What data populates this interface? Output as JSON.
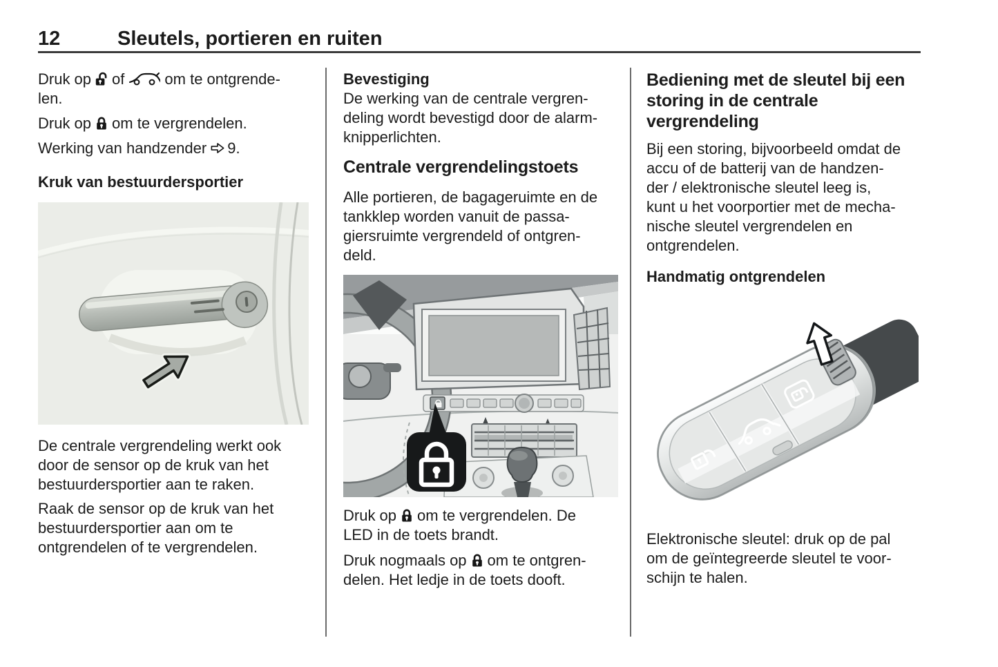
{
  "page": {
    "number": "12",
    "chapter_title": "Sleutels, portieren en ruiten"
  },
  "icons": {
    "unlock": "open-padlock → 🔓",
    "lock": "closed-padlock → 🔒",
    "car_remote": "car-silhouette → 🚘",
    "reference_arrow": "white-right-arrow → ⇨"
  },
  "figures": {
    "door_handle": "driver-door-handle-with-touch-arrow-illustration",
    "dashboard": "dashboard-central-locking-button-with-lock-callout-illustration",
    "electronic_key": "electronic-key-with-release-catch-arrows-illustration"
  },
  "column1": {
    "para_unlock": {
      "line1_pre": "Druk op",
      "line1_mid": "of",
      "line1_post": "om te ontgrende-",
      "line2": "len."
    },
    "para_lock": {
      "pre": "Druk op",
      "post": "om te vergrendelen."
    },
    "para_remote": {
      "pre": "Werking van handzender",
      "ref_number": "9."
    },
    "heading_door_handle": "Kruk van bestuurdersportier",
    "para_central": {
      "line1": "De centrale vergrendeling werkt ook",
      "line2": "door de sensor op de kruk van het",
      "line3": "bestuurdersportier aan te raken."
    },
    "para_touch": {
      "line1": "Raak de sensor op de kruk van het",
      "line2": "bestuurdersportier aan om te",
      "line3": "ontgrendelen of te vergrendelen."
    }
  },
  "column2": {
    "heading_confirmation": "Bevestiging",
    "para_confirmation": {
      "line1": "De werking van de centrale vergren-",
      "line2": "deling wordt bevestigd door de alarm-",
      "line3": "knipperlichten."
    },
    "heading_central_button": "Centrale vergrendelingstoets",
    "para_central_button": {
      "line1": "Alle portieren, de bagageruimte en de",
      "line2": "tankklep worden vanuit de passa-",
      "line3": "giersruimte vergrendeld of ontgren-",
      "line4": "deld."
    },
    "para_press_lock": {
      "line1_pre": "Druk op",
      "line1_post": "om te vergrendelen. De",
      "line2": "LED in de toets brandt."
    },
    "para_press_again": {
      "line1_pre": "Druk nogmaals op",
      "line1_post": "om te ontgren-",
      "line2": "delen. Het ledje in de toets dooft."
    }
  },
  "column3": {
    "heading_key_failure": {
      "line1": "Bediening met de sleutel bij een",
      "line2": "storing in de centrale",
      "line3": "vergrendeling"
    },
    "para_failure": {
      "line1": "Bij een storing, bijvoorbeeld omdat de",
      "line2": "accu of de batterij van de handzen-",
      "line3": "der / elektronische sleutel leeg is,",
      "line4": "kunt u het voorportier met de mecha-",
      "line5": "nische sleutel vergrendelen en",
      "line6": "ontgrendelen."
    },
    "heading_manual_unlock": "Handmatig ontgrendelen",
    "para_electronic_key": {
      "line1": "Elektronische sleutel: druk op de pal",
      "line2": "om de geïntegreerde sleutel te voor-",
      "line3": "schijn te halen."
    }
  }
}
